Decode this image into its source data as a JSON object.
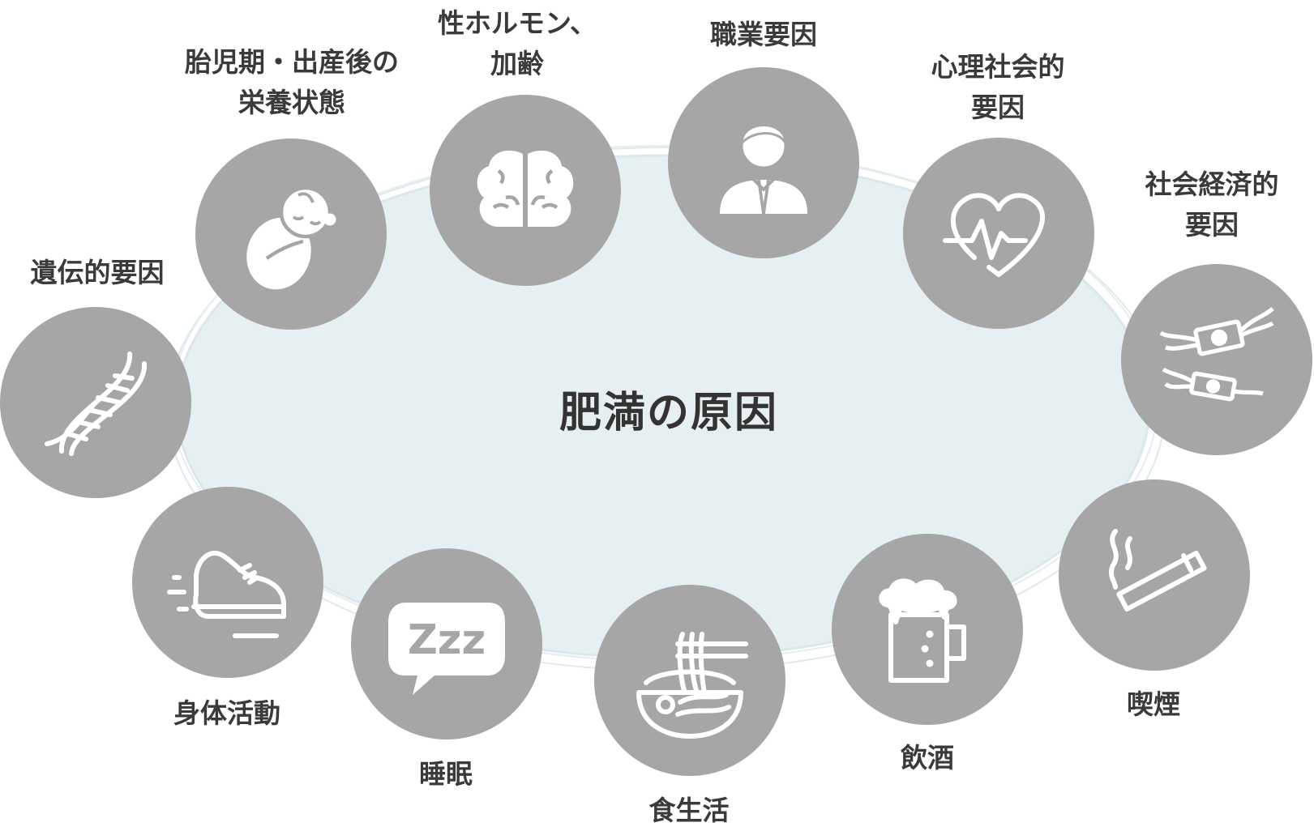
{
  "title": "肥満の原因",
  "colors": {
    "node": "#a6a6a6",
    "ellipse_fill": "#e6eff1",
    "ellipse_stroke": "#dbe8ea",
    "text": "#333333",
    "icon": "#ffffff"
  },
  "factors": [
    {
      "id": "genetic",
      "label": "遺伝的要因",
      "icon": "dna-icon"
    },
    {
      "id": "prenatal",
      "label": "胎児期・出産後の\n栄養状態",
      "icon": "baby-icon"
    },
    {
      "id": "hormone",
      "label": "性ホルモン、\n加齢",
      "icon": "brain-icon"
    },
    {
      "id": "occupation",
      "label": "職業要因",
      "icon": "businessman-icon"
    },
    {
      "id": "psychosocial",
      "label": "心理社会的\n要因",
      "icon": "heartbeat-icon"
    },
    {
      "id": "socioeconomic",
      "label": "社会経済的\n要因",
      "icon": "flying-money-icon"
    },
    {
      "id": "smoking",
      "label": "喫煙",
      "icon": "cigarette-icon"
    },
    {
      "id": "drinking",
      "label": "飲酒",
      "icon": "beer-mug-icon"
    },
    {
      "id": "diet",
      "label": "食生活",
      "icon": "noodle-bowl-icon"
    },
    {
      "id": "sleep",
      "label": "睡眠",
      "icon": "zzz-bubble-icon"
    },
    {
      "id": "activity",
      "label": "身体活動",
      "icon": "running-shoe-icon"
    }
  ]
}
